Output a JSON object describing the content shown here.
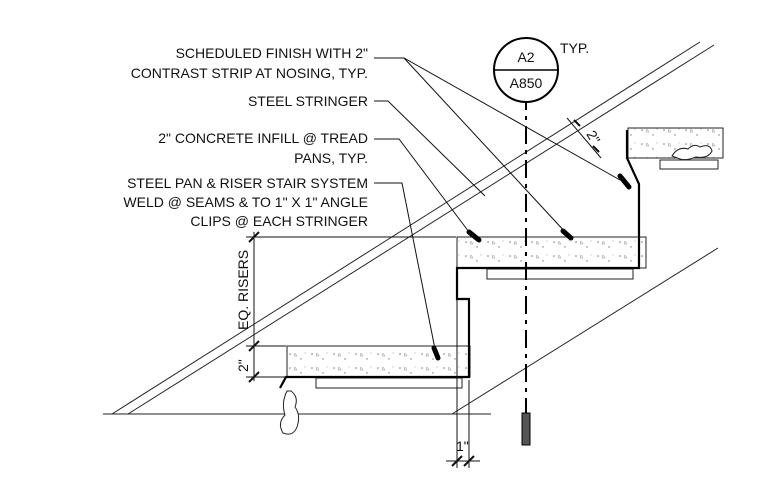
{
  "notes": {
    "finish": {
      "line1": "SCHEDULED FINISH WITH 2\"",
      "line2": "CONTRAST STRIP AT NOSING, TYP."
    },
    "stringer": "STEEL STRINGER",
    "infill": {
      "line1": "2\" CONCRETE INFILL @ TREAD",
      "line2": "PANS, TYP."
    },
    "pan": {
      "line1": "STEEL PAN & RISER STAIR SYSTEM",
      "line2": "WELD @ SEAMS & TO 1\" X 1\" ANGLE",
      "line3": "CLIPS @ EACH STRINGER"
    }
  },
  "section_tag": {
    "detail": "A2",
    "sheet": "A850",
    "note": "TYP."
  },
  "dimensions": {
    "eq_risers": "EQ. RISERS",
    "thickness_2in": "2\"",
    "strip_2in": "2\"",
    "clip_1in": "1\""
  }
}
